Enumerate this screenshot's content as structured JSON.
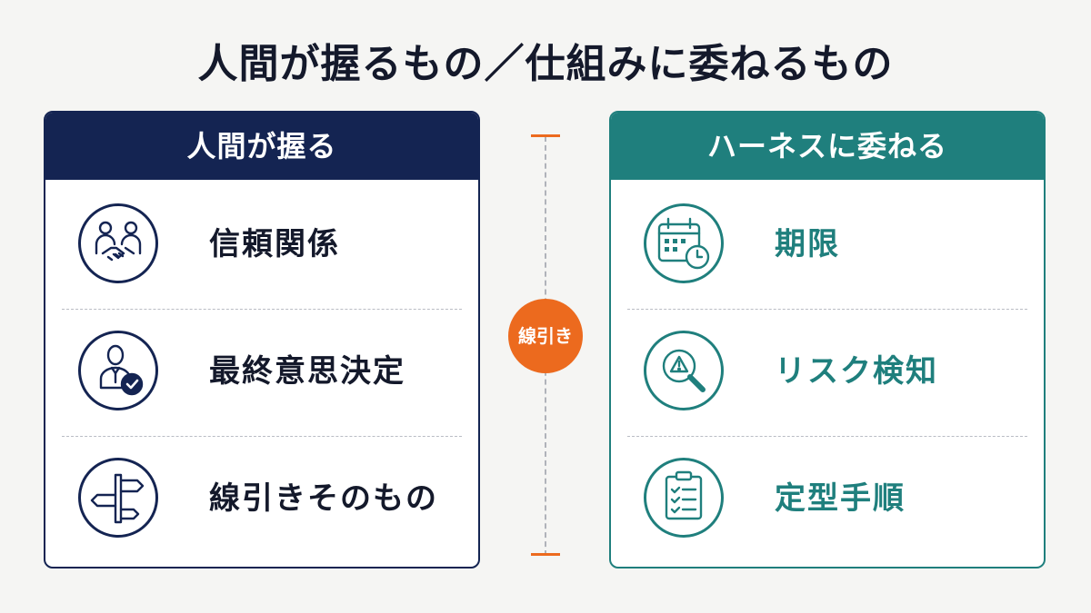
{
  "title": "人間が握るもの／仕組みに委ねるもの",
  "left": {
    "header": "人間が握る",
    "items": [
      {
        "icon": "handshake-people-icon",
        "label": "信頼関係"
      },
      {
        "icon": "person-check-icon",
        "label": "最終意思決定"
      },
      {
        "icon": "signpost-icon",
        "label": "線引きそのもの"
      }
    ]
  },
  "right": {
    "header": "ハーネスに委ねる",
    "items": [
      {
        "icon": "calendar-clock-icon",
        "label": "期限"
      },
      {
        "icon": "magnifier-warning-icon",
        "label": "リスク検知"
      },
      {
        "icon": "clipboard-checklist-icon",
        "label": "定型手順"
      }
    ]
  },
  "center": {
    "badge": "線引き"
  },
  "colors": {
    "navy": "#142452",
    "teal": "#1f7f7d",
    "orange": "#ec6a1e",
    "background": "#f5f5f3"
  }
}
